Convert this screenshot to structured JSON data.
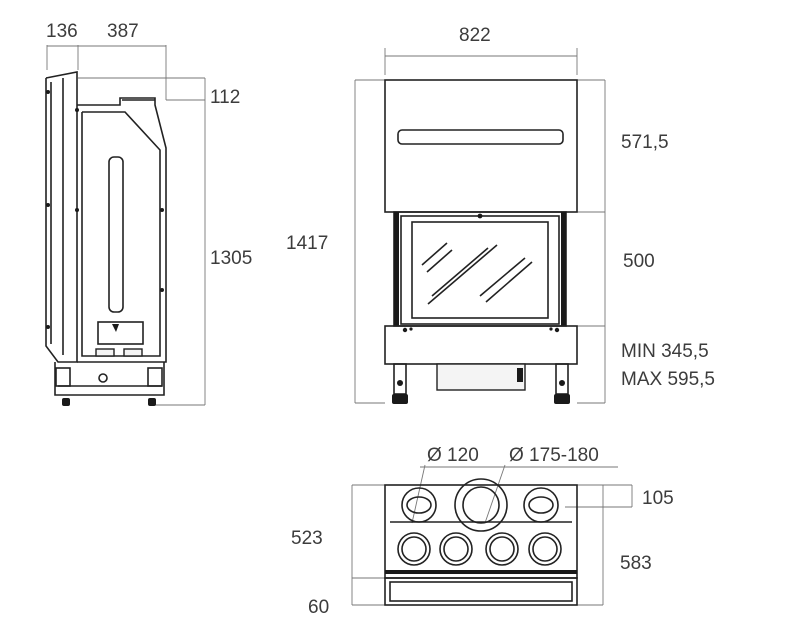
{
  "side_view": {
    "depth_front": "136",
    "depth_body": "387",
    "collar_height": "112",
    "height": "1305"
  },
  "front_view": {
    "width": "822",
    "total_height": "1417",
    "upper_height": "571,5",
    "door_height": "500",
    "base_min": "MIN 345,5",
    "base_max": "MAX 595,5"
  },
  "top_view": {
    "small_outlet": "Ø 120",
    "flue_outlet": "Ø 175-180",
    "outlet_offset": "105",
    "depth_inner": "523",
    "depth_total": "583",
    "front_lip": "60"
  },
  "colors": {
    "line": "#222222",
    "dimension": "#777777",
    "text": "#3c3c3c"
  }
}
